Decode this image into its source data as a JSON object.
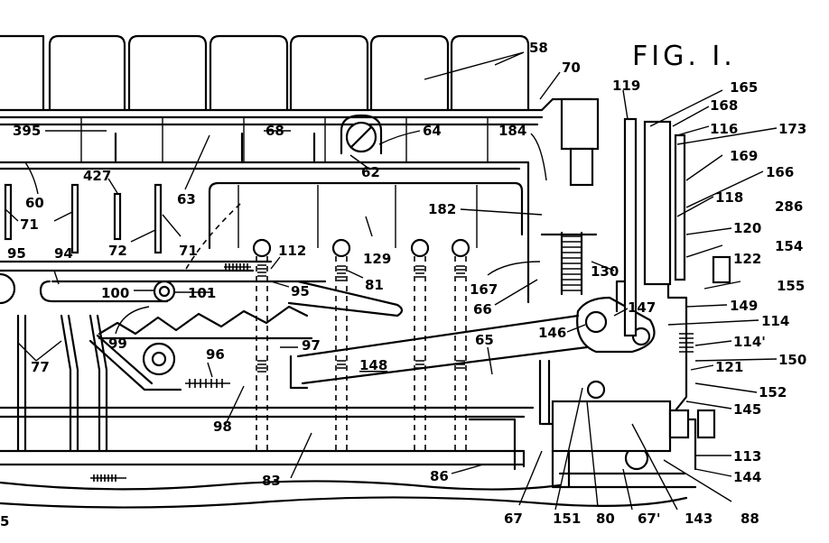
{
  "title": "FIG. I.",
  "labels": {
    "l58": "58",
    "l70": "70",
    "l119": "119",
    "l165": "165",
    "l168": "168",
    "l116": "116",
    "l173": "173",
    "l169": "169",
    "l166": "166",
    "l118": "118",
    "l286": "286",
    "l120": "120",
    "l154": "154",
    "l122": "122",
    "l155": "155",
    "l149": "149",
    "l114": "114",
    "l114p": "114'",
    "l150": "150",
    "l121": "121",
    "l152": "152",
    "l145": "145",
    "l113": "113",
    "l144": "144",
    "l88": "88",
    "l143": "143",
    "l67p": "67'",
    "l80": "80",
    "l151": "151",
    "l67": "67",
    "l86": "86",
    "l83": "83",
    "l98": "98",
    "l99": "99",
    "l77": "77",
    "l395": "395",
    "l68": "68",
    "l64": "64",
    "l62": "62",
    "l184": "184",
    "l60": "60",
    "l427": "427",
    "l63": "63",
    "l71a": "71",
    "l72": "72",
    "l71b": "71",
    "l95a": "95",
    "l94": "94",
    "l100": "100",
    "l101": "101",
    "l95b": "95",
    "l112": "112",
    "l81": "81",
    "l129": "129",
    "l182": "182",
    "l167": "167",
    "l130": "130",
    "l147": "147",
    "l66": "66",
    "l146": "146",
    "l96": "96",
    "l97": "97",
    "l148": "148",
    "l65": "65",
    "l5": "5"
  }
}
